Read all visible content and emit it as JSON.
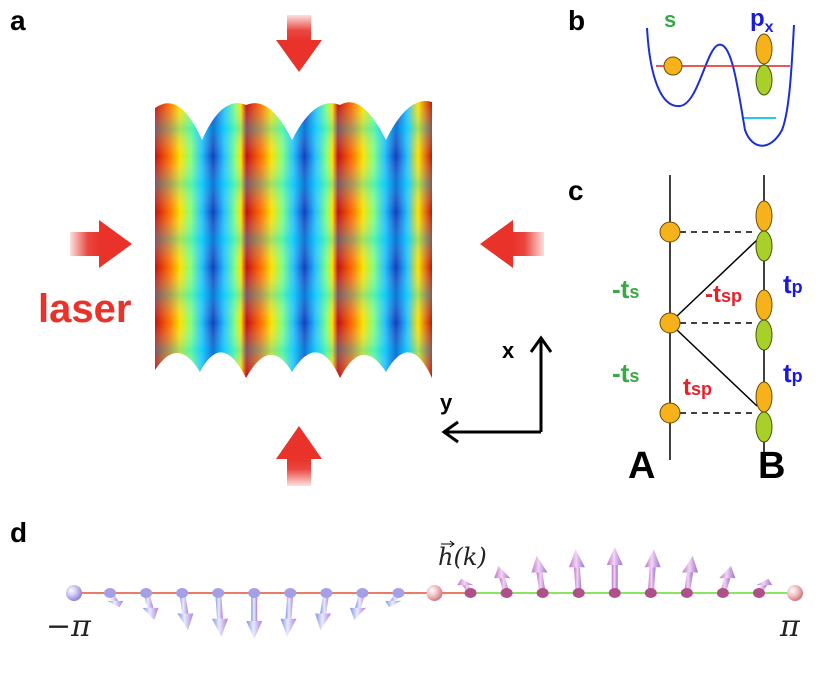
{
  "panels": {
    "a": {
      "label": "a",
      "laser_text": "laser",
      "axis_x": "x",
      "axis_y": "y"
    },
    "b": {
      "label": "b",
      "orbital_s": "s",
      "orbital_p_main": "p",
      "orbital_p_sub": "x"
    },
    "c": {
      "label": "c",
      "chain_a": "A",
      "chain_b": "B",
      "hop_ts_upper": "-t",
      "hop_ts_lower": "-t",
      "hop_ts_sub": "s",
      "hop_tsp_neg": "-t",
      "hop_tsp_pos": "t",
      "hop_tsp_sub": "sp",
      "hop_tp_upper": "t",
      "hop_tp_lower": "t",
      "hop_tp_sub": "p"
    },
    "d": {
      "label": "d",
      "vector_label": "h(k)",
      "left_limit": "−π",
      "right_limit": "π"
    }
  },
  "colors": {
    "laser_red": "#e8322a",
    "orbital_yellow": "#f5b21b",
    "orbital_green": "#a9cf2a",
    "well_blue": "#1a2fd4",
    "level_red": "#e02020",
    "level_cyan": "#29c8e8",
    "ts_green": "#3aa845",
    "tsp_red": "#e8202a",
    "tp_blue": "#1a1ad8",
    "line_red": "#e05030",
    "line_green": "#66dd33",
    "arrow_pink": "#d88ad8",
    "arrow_blue": "#8a9ae8"
  }
}
